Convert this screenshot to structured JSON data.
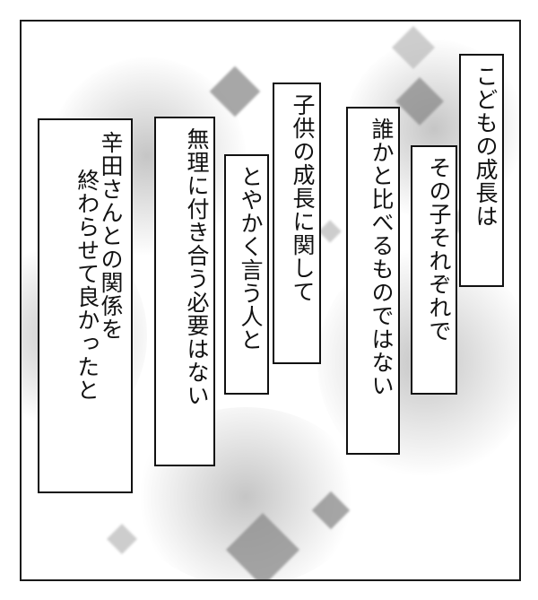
{
  "captions": {
    "c1": "こどもの成長は",
    "c2": "その子それぞれで",
    "c3": "誰かと比べるものではない",
    "c4": "子供の成長に関して",
    "c5": "とやかく言う人と",
    "c6": "無理に付き合う必要はない",
    "c7_line1": "辛田さんとの関係を",
    "c7_line2": "終わらせて良かったと"
  }
}
